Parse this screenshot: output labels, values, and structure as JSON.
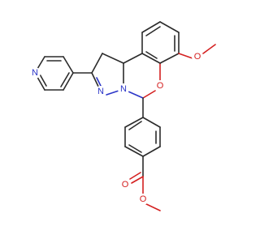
{
  "colors": {
    "background": "#ffffff",
    "bond": "#2b2b2b",
    "nitrogen": "#2b35c8",
    "oxygen": "#d42020"
  },
  "atoms": {
    "pyridine_n": "N",
    "pyrazoline_n1": "N",
    "pyrazoline_n2": "N",
    "ring_o": "O",
    "methoxy_o": "O",
    "ester_carbonyl_o": "O",
    "ester_ether_o": "O"
  }
}
